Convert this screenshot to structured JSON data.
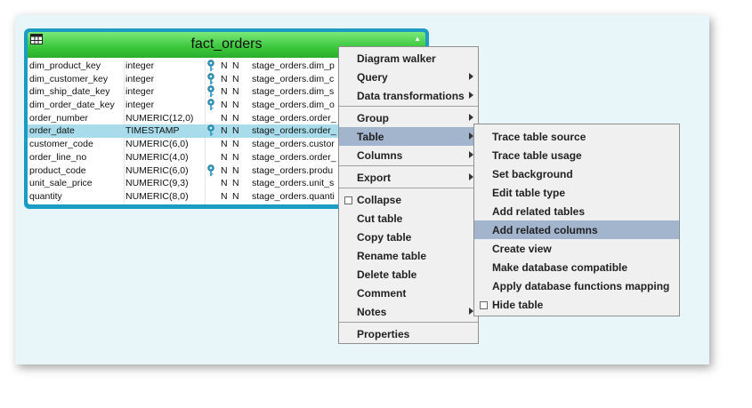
{
  "table": {
    "title": "fact_orders",
    "corner_icon": "table-grid-icon",
    "collapse_icon": "triangle-up-icon",
    "columns": [
      {
        "name": "dim_product_key",
        "type": "integer",
        "key": true,
        "n1": "N",
        "n2": "N",
        "source": "stage_orders.dim_p"
      },
      {
        "name": "dim_customer_key",
        "type": "integer",
        "key": true,
        "n1": "N",
        "n2": "N",
        "source": "stage_orders.dim_c"
      },
      {
        "name": "dim_ship_date_key",
        "type": "integer",
        "key": true,
        "n1": "N",
        "n2": "N",
        "source": "stage_orders.dim_s"
      },
      {
        "name": "dim_order_date_key",
        "type": "integer",
        "key": true,
        "n1": "N",
        "n2": "N",
        "source": "stage_orders.dim_o"
      },
      {
        "name": "order_number",
        "type": "NUMERIC(12,0)",
        "key": false,
        "n1": "N",
        "n2": "N",
        "source": "stage_orders.order_"
      },
      {
        "name": "order_date",
        "type": "TIMESTAMP",
        "key": true,
        "n1": "N",
        "n2": "N",
        "source": "stage_orders.order_",
        "selected": true
      },
      {
        "name": "customer_code",
        "type": "NUMERIC(6,0)",
        "key": false,
        "n1": "N",
        "n2": "N",
        "source": "stage_orders.custor"
      },
      {
        "name": "order_line_no",
        "type": "NUMERIC(4,0)",
        "key": false,
        "n1": "N",
        "n2": "N",
        "source": "stage_orders.order_"
      },
      {
        "name": "product_code",
        "type": "NUMERIC(6,0)",
        "key": true,
        "n1": "N",
        "n2": "N",
        "source": "stage_orders.produ"
      },
      {
        "name": "unit_sale_price",
        "type": "NUMERIC(9,3)",
        "key": false,
        "n1": "N",
        "n2": "N",
        "source": "stage_orders.unit_s"
      },
      {
        "name": "quantity",
        "type": "NUMERIC(8,0)",
        "key": false,
        "n1": "N",
        "n2": "N",
        "source": "stage_orders.quanti"
      }
    ]
  },
  "context_menu": {
    "items": [
      {
        "label": "Diagram walker",
        "submenu": false
      },
      {
        "label": "Query",
        "submenu": true
      },
      {
        "label": "Data transformations",
        "submenu": true
      },
      {
        "separator": true
      },
      {
        "label": "Group",
        "submenu": true
      },
      {
        "label": "Table",
        "submenu": true,
        "highlighted": true
      },
      {
        "label": "Columns",
        "submenu": true
      },
      {
        "separator": true
      },
      {
        "label": "Export",
        "submenu": true
      },
      {
        "separator": true
      },
      {
        "label": "Collapse",
        "submenu": false,
        "checkbox": true
      },
      {
        "label": "Cut table",
        "submenu": false
      },
      {
        "label": "Copy table",
        "submenu": false
      },
      {
        "label": "Rename table",
        "submenu": false
      },
      {
        "label": "Delete table",
        "submenu": false
      },
      {
        "label": "Comment",
        "submenu": false
      },
      {
        "label": "Notes",
        "submenu": true
      },
      {
        "separator": true
      },
      {
        "label": "Properties",
        "submenu": false
      }
    ]
  },
  "table_submenu": {
    "items": [
      {
        "label": "Trace table source"
      },
      {
        "label": "Trace table usage"
      },
      {
        "label": "Set background"
      },
      {
        "label": "Edit table type"
      },
      {
        "label": "Add related tables"
      },
      {
        "label": "Add related columns",
        "highlighted": true
      },
      {
        "label": "Create view"
      },
      {
        "label": "Make database compatible"
      },
      {
        "label": "Apply database functions mapping"
      },
      {
        "label": "Hide table",
        "checkbox": true
      }
    ]
  },
  "colors": {
    "canvas": "#e8f6fa",
    "table_border": "#1a9cc4",
    "header_green": "#3cc63c",
    "selected_row": "#a8dcea",
    "menu_highlight": "#a3b4cd",
    "key_icon": "#3aa0c8"
  }
}
